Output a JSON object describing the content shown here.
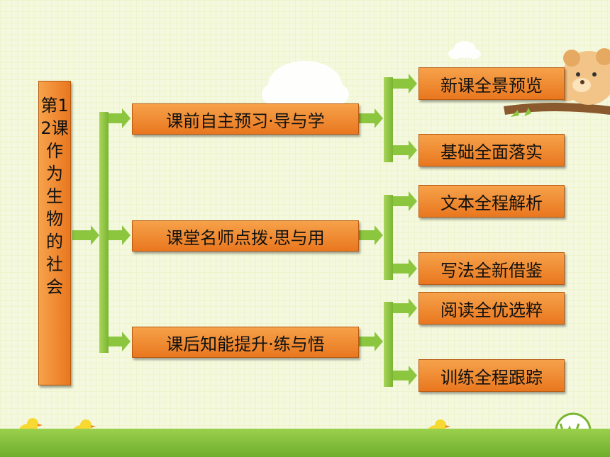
{
  "title": "第12课　作为生物的社会",
  "sections": [
    {
      "label": "课前自主预习·导与学",
      "items": [
        "新课全景预览",
        "基础全面落实"
      ]
    },
    {
      "label": "课堂名师点拨·思与用",
      "items": [
        "文本全程解析",
        "写法全新借鉴"
      ]
    },
    {
      "label": "课后知能提升·练与悟",
      "items": [
        "阅读全优选粹",
        "训练全程跟踪"
      ]
    }
  ],
  "colors": {
    "box": "#ee8a2f",
    "arrow": "#8cc63f",
    "background": "#f4f8de"
  },
  "icons": [
    "cloud-icon",
    "teddy-bear-icon",
    "chick-icon",
    "logo-icon"
  ]
}
